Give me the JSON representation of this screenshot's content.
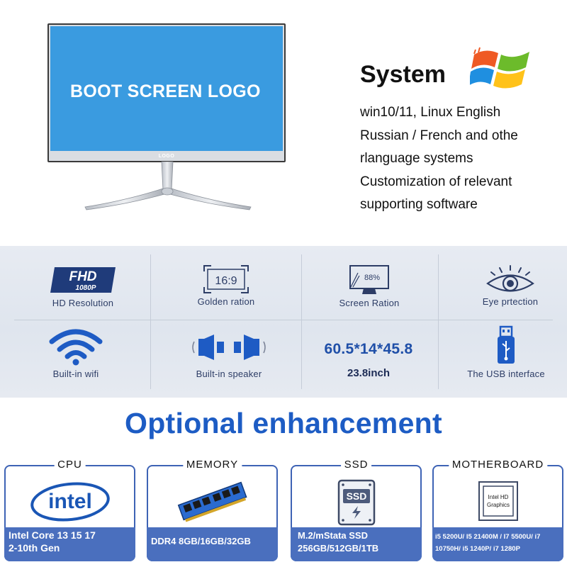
{
  "monitor": {
    "screen_text": "BOOT SCREEN LOGO",
    "bezel_text": "LOGO"
  },
  "system": {
    "title": "System",
    "lines": [
      "win10/11, Linux English",
      "Russian / French and othe",
      "rlanguage systems",
      "Customization of relevant",
      "supporting software"
    ],
    "icon": "windows-logo-icon"
  },
  "features": [
    {
      "label": "HD Resolution",
      "icon": "fhd-icon",
      "icon_text": "FHD",
      "icon_subtext": "1080P"
    },
    {
      "label": "Golden ration",
      "icon": "aspect-ratio-icon",
      "icon_text": "16:9"
    },
    {
      "label": "Screen Ration",
      "icon": "screen-ratio-icon",
      "icon_text": "88%"
    },
    {
      "label": "Eye prtection",
      "icon": "eye-icon"
    },
    {
      "label": "Built-in wifi",
      "icon": "wifi-icon"
    },
    {
      "label": "Built-in speaker",
      "icon": "speaker-icon"
    },
    {
      "dimensions": "60.5*14*45.8",
      "size": "23.8inch"
    },
    {
      "label": "The USB interface",
      "icon": "usb-icon"
    }
  ],
  "optional": {
    "title": "Optional enhancement",
    "cards": [
      {
        "title": "CPU",
        "icon": "intel-logo-icon",
        "icon_text": "intel",
        "lines": [
          "Intel Core 13 15 17",
          "2-10th Gen"
        ]
      },
      {
        "title": "MEMORY",
        "icon": "memory-module-icon",
        "lines": [
          "DDR4 8GB/16GB/32GB"
        ]
      },
      {
        "title": "SSD",
        "icon": "ssd-icon",
        "icon_text": "SSD",
        "lines": [
          "M.2/mStata SSD",
          "256GB/512GB/1TB"
        ]
      },
      {
        "title": "MOTHERBOARD",
        "icon": "intel-hd-graphics-chip-icon",
        "icon_text": [
          "Intel HD",
          "Graphics"
        ],
        "lines": [
          "i5 5200U/ I5 21400M / I7 5500U/ i7",
          "10750H/ i5 1240P/ i7 1280P"
        ]
      }
    ]
  },
  "colors": {
    "screen": "#3a9be0",
    "accent_blue": "#1d5cc4",
    "card_blue": "#4a6fbe",
    "feature_text": "#2d3d66",
    "band": "#e3e8f0"
  }
}
